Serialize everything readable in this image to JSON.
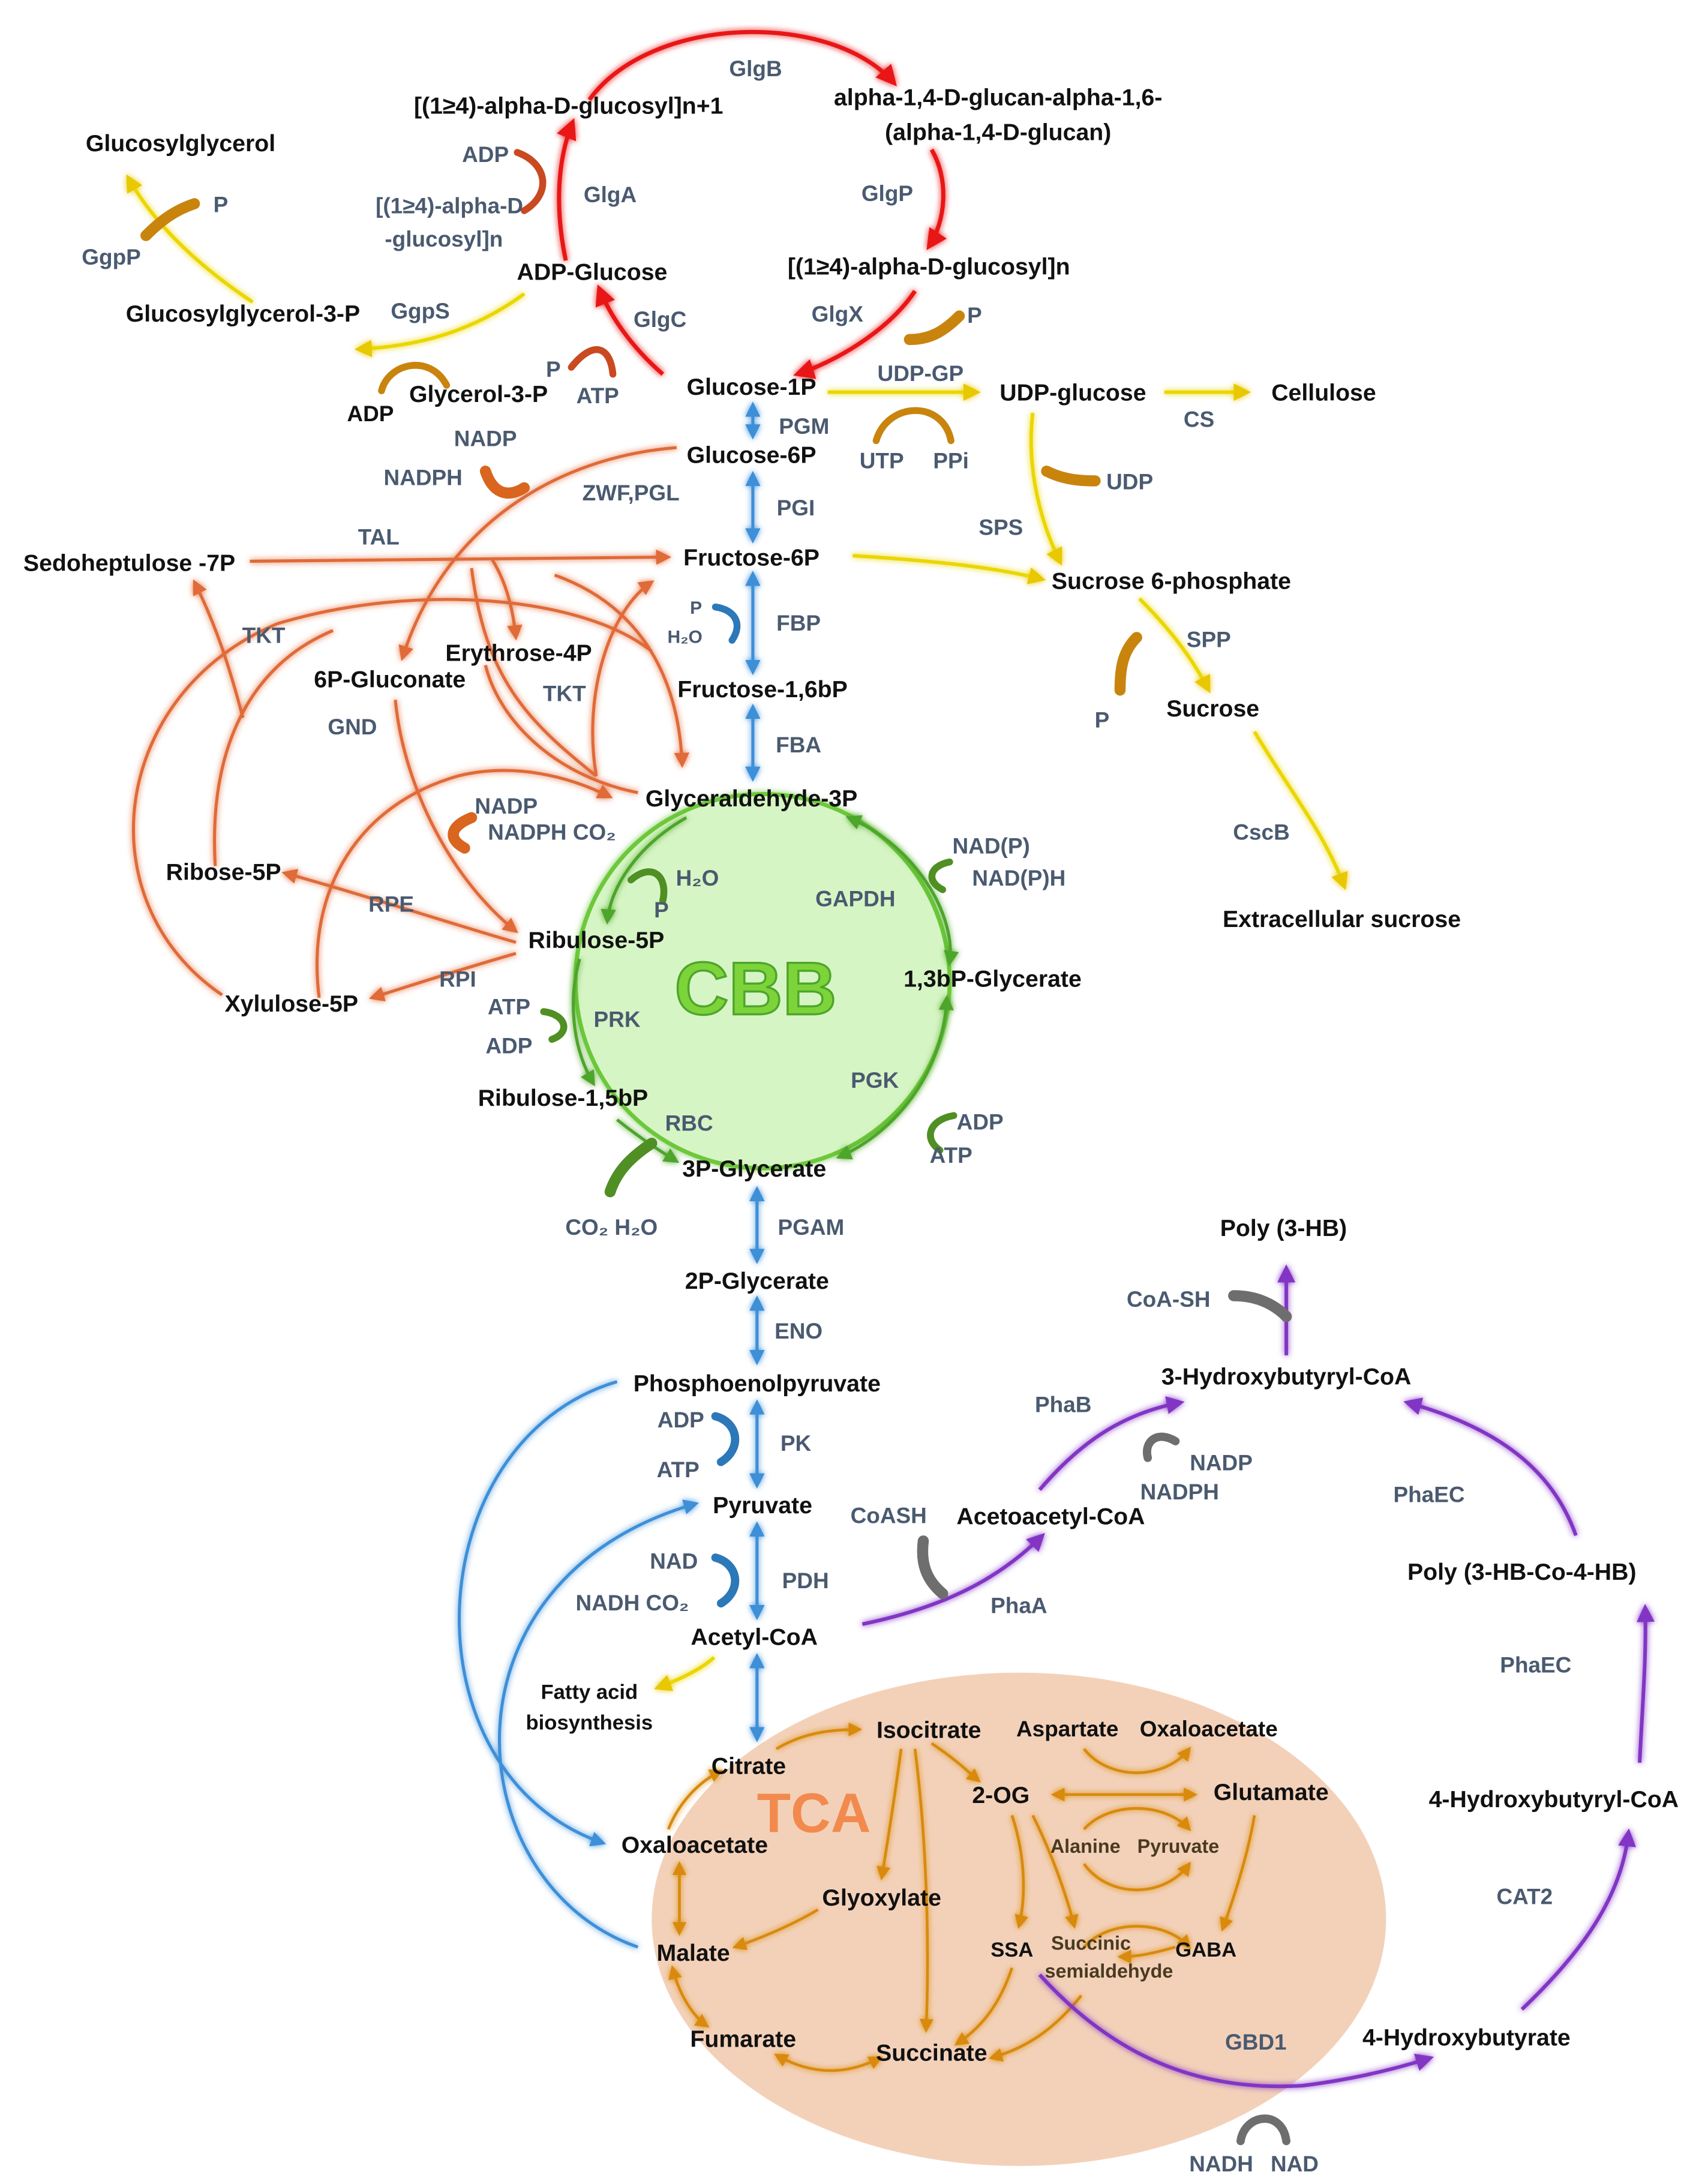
{
  "colors": {
    "glycogen": "#ff2a2a",
    "sugar": "#f0e020",
    "ppp": "#e8784a",
    "cbb": "#5cb82e",
    "cbb_fill": "#d6f5c4",
    "glycolysis": "#3d8fd8",
    "tca": "#e8a51c",
    "tca_fill": "#f1c9ad",
    "phb": "#8a3ec8",
    "cofactor_brown": "#c9840e",
    "cofactor_orange": "#d9651e",
    "cofactor_green": "#4f8f24",
    "cofactor_blue": "#2c78b8",
    "cofactor_gray": "#6e6e6e",
    "enzyme_text": "#4a5a70"
  },
  "cycles": {
    "cbb": "CBB",
    "tca": "TCA"
  },
  "metabolites": {
    "glucan_n1": "[(1≥4)-alpha-D-glucosyl]n+1",
    "glucan_branch_1": "alpha-1,4-D-glucan-alpha-1,6-",
    "glucan_branch_2": "(alpha-1,4-D-glucan)",
    "glucan_n": "[(1≥4)-alpha-D-glucosyl]n",
    "glucosylglycerol": "Glucosylglycerol",
    "glucan_n_left_1": "[(1≥4)-alpha-D",
    "glucan_n_left_2": "-glucosyl]n",
    "adp_glucose": "ADP-Glucose",
    "glucosylglycerol_3p": "Glucosylglycerol-3-P",
    "glycerol_3p": "Glycerol-3-P",
    "glucose_1p": "Glucose-1P",
    "udp_glucose": "UDP-glucose",
    "cellulose": "Cellulose",
    "glucose_6p": "Glucose-6P",
    "sedoheptulose_7p": "Sedoheptulose -7P",
    "fructose_6p": "Fructose-6P",
    "sucrose_6p": "Sucrose 6-phosphate",
    "erythrose_4p": "Erythrose-4P",
    "gluconate_6p": "6P-Gluconate",
    "fructose_16bp": "Fructose-1,6bP",
    "sucrose": "Sucrose",
    "glyceraldehyde_3p": "Glyceraldehyde-3P",
    "ribose_5p": "Ribose-5P",
    "extracellular_sucrose": "Extracellular sucrose",
    "ribulose_5p": "Ribulose-5P",
    "bpg_13": "1,3bP-Glycerate",
    "xylulose_5p": "Xylulose-5P",
    "ribulose_15bp": "Ribulose-1,5bP",
    "pg_3": "3P-Glycerate",
    "poly_3hb": "Poly (3-HB)",
    "pg_2": "2P-Glycerate",
    "hydroxybutyryl_coa_3": "3-Hydroxybutyryl-CoA",
    "pep": "Phosphoenolpyruvate",
    "pyruvate": "Pyruvate",
    "acetoacetyl_coa": "Acetoacetyl-CoA",
    "poly_3hb_4hb": "Poly (3-HB-Co-4-HB)",
    "acetyl_coa": "Acetyl-CoA",
    "fatty_acid_1": "Fatty acid",
    "fatty_acid_2": "biosynthesis",
    "isocitrate": "Isocitrate",
    "aspartate": "Aspartate",
    "oxaloacetate_right": "Oxaloacetate",
    "citrate": "Citrate",
    "og_2": "2-OG",
    "glutamate": "Glutamate",
    "hydroxybutyryl_coa_4": "4-Hydroxybutyryl-CoA",
    "oxaloacetate": "Oxaloacetate",
    "alanine": "Alanine",
    "pyruvate_small": "Pyruvate",
    "glyoxylate": "Glyoxylate",
    "malate": "Malate",
    "ssa": "SSA",
    "succinic_semialdehyde_1": "Succinic",
    "succinic_semialdehyde_2": "semialdehyde",
    "gaba": "GABA",
    "fumarate": "Fumarate",
    "succinate": "Succinate",
    "hydroxybutyrate_4": "4-Hydroxybutyrate"
  },
  "enzymes": {
    "glgb": "GlgB",
    "glgp": "GlgP",
    "glga": "GlgA",
    "glgx": "GlgX",
    "ggpp": "GgpP",
    "ggps": "GgpS",
    "glgc": "GlgC",
    "udp_gp": "UDP-GP",
    "pgm": "PGM",
    "cs": "CS",
    "zwf_pgl": "ZWF,PGL",
    "pgi": "PGI",
    "tal": "TAL",
    "sps": "SPS",
    "tkt_1": "TKT",
    "tkt_2": "TKT",
    "fbp": "FBP",
    "spp": "SPP",
    "gnd": "GND",
    "fba": "FBA",
    "cscb": "CscB",
    "gapdh": "GAPDH",
    "rpe": "RPE",
    "rpi": "RPI",
    "prk": "PRK",
    "pgk": "PGK",
    "rbc": "RBC",
    "pgam": "PGAM",
    "eno": "ENO",
    "phab": "PhaB",
    "phaec_1": "PhaEC",
    "pk": "PK",
    "pdh": "PDH",
    "phaa": "PhaA",
    "phaec_2": "PhaEC",
    "cat2": "CAT2",
    "gbd1": "GBD1"
  },
  "cofactors": {
    "adp_glga": "ADP",
    "p_ggpp": "P",
    "p_glgx": "P",
    "adp_ggps": "ADP",
    "p_glgc": "P",
    "atp_glgc": "ATP",
    "utp": "UTP",
    "ppi": "PPi",
    "nadp_zwf": "NADP",
    "nadph_zwf": "NADPH",
    "udp": "UDP",
    "p_fbp": "P",
    "h2o_fbp": "H₂O",
    "p_spp": "P",
    "nadp_gnd": "NADP",
    "nadph_co2_gnd": "NADPH CO₂",
    "nadp_gapdh": "NAD(P)",
    "nadph_gapdh": "NAD(P)H",
    "h2o_cbb": "H₂O",
    "p_cbb": "P",
    "atp_prk": "ATP",
    "adp_prk": "ADP",
    "adp_pgk": "ADP",
    "atp_pgk": "ATP",
    "co2_h2o_rbc": "CO₂ H₂O",
    "coash_top": "CoA-SH",
    "adp_pk": "ADP",
    "atp_pk": "ATP",
    "nadp_phab": "NADP",
    "nadph_phab": "NADPH",
    "coash_phaa": "CoASH",
    "nad_pdh": "NAD",
    "nadh_co2_pdh": "NADH CO₂",
    "nadh_gbd1": "NADH",
    "nad_gbd1": "NAD"
  }
}
